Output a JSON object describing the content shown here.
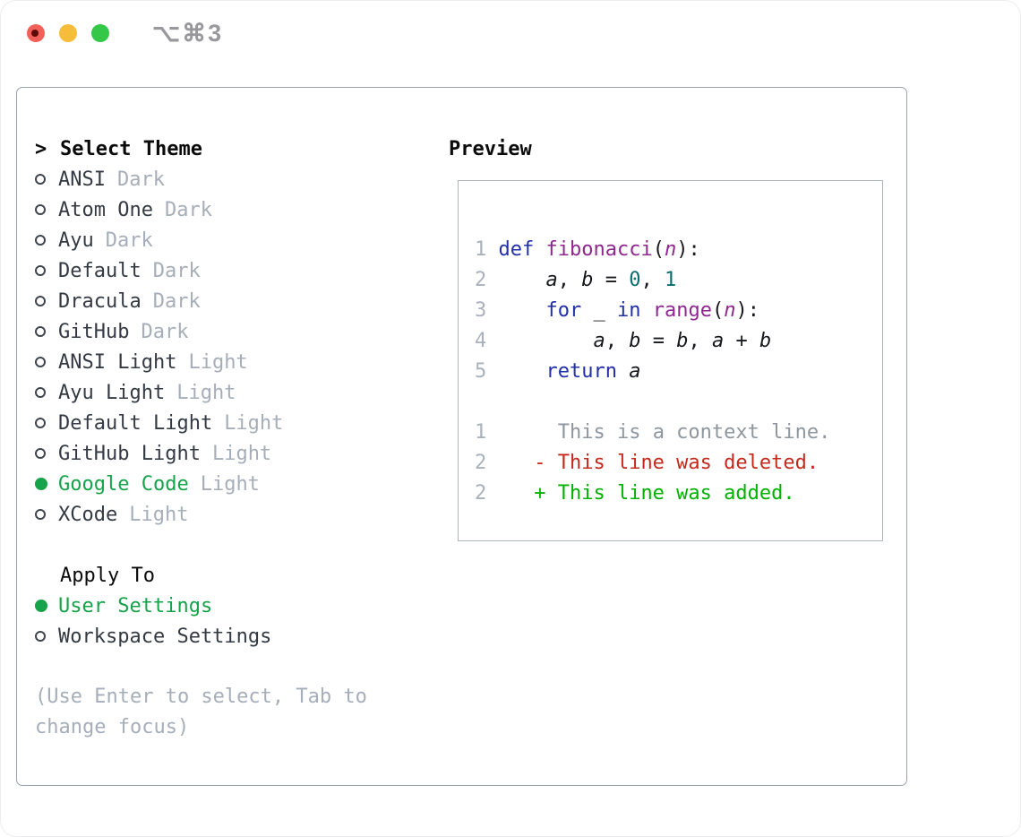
{
  "titlebar": {
    "title": "⌥⌘3"
  },
  "colors": {
    "accent_green": "#16a34a",
    "diff_added": "#00b100",
    "diff_deleted": "#c5291c",
    "diff_context": "#8e979f",
    "keyword_blue": "#2230a8",
    "function_purple": "#8e288e",
    "number_teal": "#0b6d6d",
    "muted_gray": "#a6aeba",
    "traffic_red": "#f2605a",
    "traffic_yellow": "#f6bd3a",
    "traffic_green": "#35c748"
  },
  "theme_panel": {
    "header": {
      "prefix": ">",
      "label": "Select Theme"
    },
    "themes": [
      {
        "name": "ANSI",
        "tag": "Dark",
        "selected": false
      },
      {
        "name": "Atom One",
        "tag": "Dark",
        "selected": false
      },
      {
        "name": "Ayu",
        "tag": "Dark",
        "selected": false
      },
      {
        "name": "Default",
        "tag": "Dark",
        "selected": false
      },
      {
        "name": "Dracula",
        "tag": "Dark",
        "selected": false
      },
      {
        "name": "GitHub",
        "tag": "Dark",
        "selected": false
      },
      {
        "name": "ANSI Light",
        "tag": "Light",
        "selected": false
      },
      {
        "name": "Ayu Light",
        "tag": "Light",
        "selected": false
      },
      {
        "name": "Default Light",
        "tag": "Light",
        "selected": false
      },
      {
        "name": "GitHub Light",
        "tag": "Light",
        "selected": false
      },
      {
        "name": "Google Code",
        "tag": "Light",
        "selected": true
      },
      {
        "name": "XCode",
        "tag": "Light",
        "selected": false
      }
    ],
    "apply_to": {
      "label": "Apply To",
      "options": [
        {
          "name": "User Settings",
          "selected": true
        },
        {
          "name": "Workspace Settings",
          "selected": false
        }
      ]
    },
    "hint": "(Use Enter to select, Tab to change focus)"
  },
  "preview": {
    "label": "Preview",
    "lines": [
      {
        "tokens": [
          {
            "t": "1 ",
            "c": "lineno"
          },
          {
            "t": "def",
            "c": "kw"
          },
          {
            "t": " ",
            "c": ""
          },
          {
            "t": "fibonacci",
            "c": "fn"
          },
          {
            "t": "(",
            "c": ""
          },
          {
            "t": "n",
            "c": "param"
          },
          {
            "t": "):",
            "c": ""
          }
        ]
      },
      {
        "tokens": [
          {
            "t": "2 ",
            "c": "lineno"
          },
          {
            "t": "    ",
            "c": ""
          },
          {
            "t": "a",
            "c": "var"
          },
          {
            "t": ", ",
            "c": ""
          },
          {
            "t": "b",
            "c": "var"
          },
          {
            "t": " = ",
            "c": ""
          },
          {
            "t": "0",
            "c": "num"
          },
          {
            "t": ", ",
            "c": ""
          },
          {
            "t": "1",
            "c": "num"
          }
        ]
      },
      {
        "tokens": [
          {
            "t": "3 ",
            "c": "lineno"
          },
          {
            "t": "    ",
            "c": ""
          },
          {
            "t": "for",
            "c": "kw"
          },
          {
            "t": " _ ",
            "c": ""
          },
          {
            "t": "in",
            "c": "kw"
          },
          {
            "t": " ",
            "c": ""
          },
          {
            "t": "range",
            "c": "fn"
          },
          {
            "t": "(",
            "c": ""
          },
          {
            "t": "n",
            "c": "param"
          },
          {
            "t": "):",
            "c": ""
          }
        ]
      },
      {
        "tokens": [
          {
            "t": "4 ",
            "c": "lineno"
          },
          {
            "t": "        ",
            "c": ""
          },
          {
            "t": "a",
            "c": "var"
          },
          {
            "t": ", ",
            "c": ""
          },
          {
            "t": "b",
            "c": "var"
          },
          {
            "t": " = ",
            "c": ""
          },
          {
            "t": "b",
            "c": "var"
          },
          {
            "t": ", ",
            "c": ""
          },
          {
            "t": "a",
            "c": "var"
          },
          {
            "t": " + ",
            "c": ""
          },
          {
            "t": "b",
            "c": "var"
          }
        ]
      },
      {
        "tokens": [
          {
            "t": "5 ",
            "c": "lineno"
          },
          {
            "t": "    ",
            "c": ""
          },
          {
            "t": "return",
            "c": "kw"
          },
          {
            "t": " ",
            "c": ""
          },
          {
            "t": "a",
            "c": "var"
          }
        ]
      },
      {
        "tokens": []
      },
      {
        "tokens": [
          {
            "t": "1",
            "c": "lineno"
          },
          {
            "t": "      ",
            "c": ""
          },
          {
            "t": "This is a context line.",
            "c": "ctx"
          }
        ]
      },
      {
        "tokens": [
          {
            "t": "2",
            "c": "lineno"
          },
          {
            "t": "    ",
            "c": ""
          },
          {
            "t": "- This line was deleted.",
            "c": "del"
          }
        ]
      },
      {
        "tokens": [
          {
            "t": "2",
            "c": "lineno"
          },
          {
            "t": "    ",
            "c": ""
          },
          {
            "t": "+ This line was added.",
            "c": "add"
          }
        ]
      }
    ]
  }
}
